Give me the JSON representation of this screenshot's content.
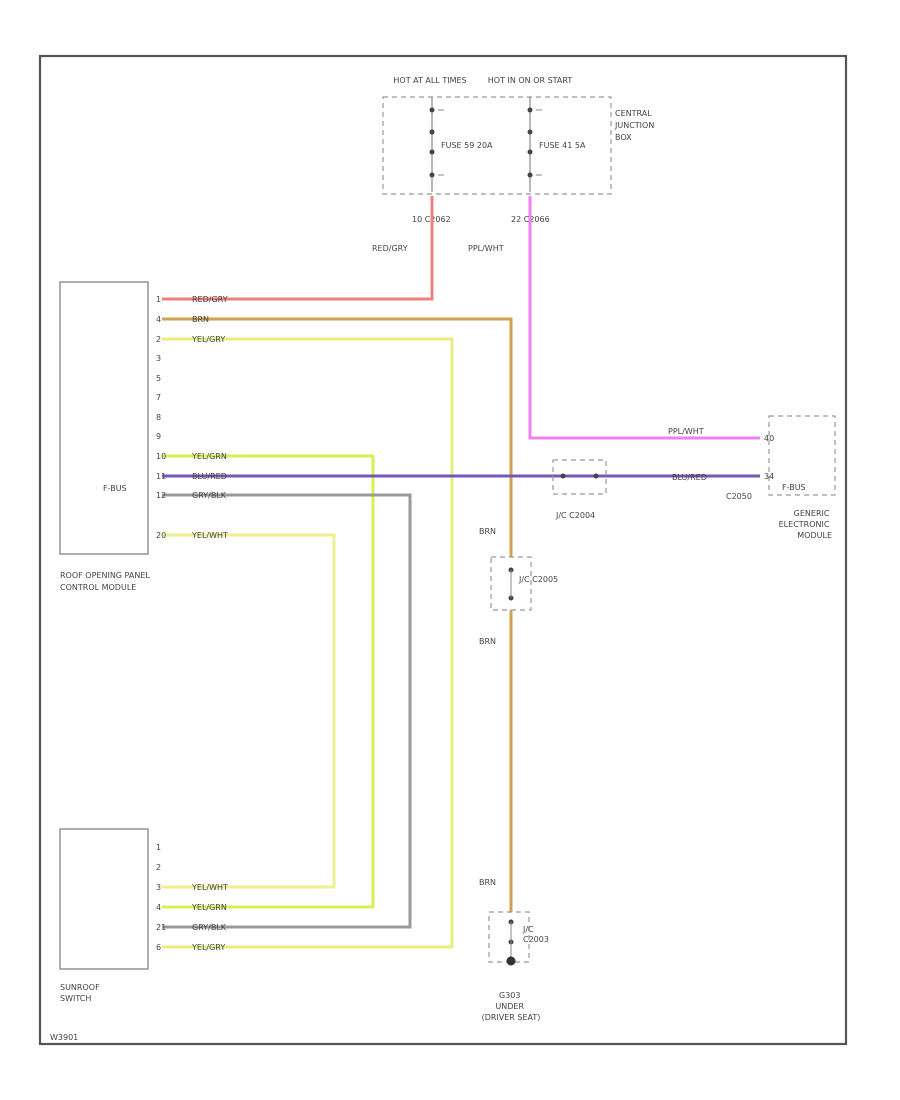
{
  "sources": {
    "fuse_left_hot": "HOT AT ALL TIMES",
    "fuse_right_hot": "HOT IN ON OR START",
    "fuse_left_label": "FUSE 59 20A",
    "fuse_right_label": "FUSE 41 5A",
    "central_junction_box": "CENTRAL JUNCTION BOX",
    "connector_left": "10 C2062",
    "connector_right": "22 C2066"
  },
  "colors": {
    "red_gry": "#f08080",
    "ppl_wht": "#ee82ee",
    "brn": "#d2a050",
    "yel_gry": "#e6ee80",
    "yel_grn": "#dcee50",
    "blu_red": "#7a55b8",
    "gry_blk": "#999999",
    "yel_wht": "#eef090",
    "frame": "#555555"
  },
  "wire_labels": {
    "red_gry": "RED/GRY",
    "ppl_wht": "PPL/WHT",
    "brn": "BRN",
    "yel_gry": "YEL/GRY",
    "yel_grn": "YEL/GRN",
    "blu_red": "BLU/RED",
    "gry_blk": "GRY/BLK",
    "yel_wht": "YEL/WHT"
  },
  "roof_module": {
    "label": "ROOF OPENING PANEL CONTROL MODULE",
    "bus": "F-BUS",
    "pins": [
      "1",
      "4",
      "2",
      "3",
      "5",
      "7",
      "8",
      "9",
      "10",
      "11",
      "12",
      "20"
    ]
  },
  "gem": {
    "label": "GENERIC ELECTRONIC MODULE",
    "bus": "F-BUS",
    "pin_top": "40",
    "pin_bottom": "34",
    "connector": "C2050"
  },
  "splices": {
    "c2004": "J/C C2004",
    "c2005": "J/C C2005",
    "c2003": "J/C C2003"
  },
  "sunroof_switch": {
    "label": "SUNROOF SWITCH",
    "pins": [
      "1",
      "2",
      "3",
      "4",
      "21",
      "6"
    ]
  },
  "ground": {
    "label": "G303 UNDER (DRIVER SEAT)"
  },
  "diagram_id": "W3901"
}
